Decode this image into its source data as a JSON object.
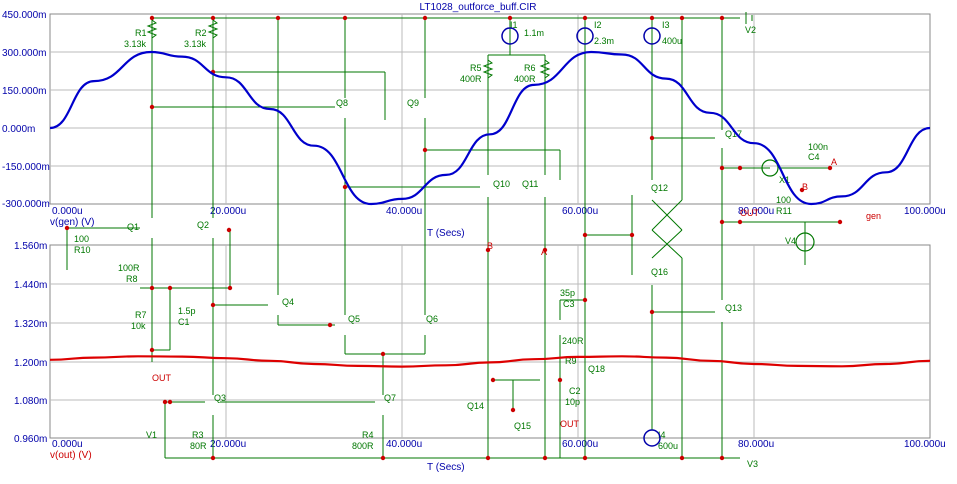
{
  "title": "LT1028_outforce_buff.CIR",
  "top_plot": {
    "trace_label": "v(gen) (V)",
    "x_axis_label": "T (Secs)",
    "x_ticks": [
      "0.000u",
      "20.000u",
      "40.000u",
      "60.000u",
      "80.000u",
      "100.000u"
    ],
    "y_ticks": [
      "450.000m",
      "300.000m",
      "150.000m",
      "0.000m",
      "-150.000m",
      "-300.000m"
    ]
  },
  "bottom_plot": {
    "trace_label": "v(out) (V)",
    "x_axis_label": "T (Secs)",
    "x_ticks": [
      "0.000u",
      "20.000u",
      "40.000u",
      "60.000u",
      "80.000u",
      "100.000u"
    ],
    "y_ticks": [
      "1.560m",
      "1.440m",
      "1.320m",
      "1.200m",
      "1.080m",
      "0.960m"
    ]
  },
  "chart_data": [
    {
      "type": "line",
      "title": "LT1028_outforce_buff.CIR",
      "xlabel": "T (Secs)",
      "ylabel": "v(gen) (V)",
      "x_unit": "us",
      "xlim": [
        0,
        100
      ],
      "ylim": [
        -300,
        450
      ],
      "y_unit": "mV",
      "series": [
        {
          "name": "v(gen) (V)",
          "color": "#0000cc",
          "x": [
            0,
            5,
            11.5,
            15,
            20,
            25,
            30,
            36.5,
            40,
            45,
            50,
            55,
            61.5,
            65,
            70,
            75,
            80,
            86.5,
            90,
            95,
            100
          ],
          "y": [
            0,
            185,
            300,
            282,
            200,
            75,
            -70,
            -300,
            -280,
            -185,
            -25,
            170,
            300,
            290,
            195,
            60,
            -60,
            -300,
            -270,
            -175,
            0
          ]
        }
      ]
    },
    {
      "type": "line",
      "xlabel": "T (Secs)",
      "ylabel": "v(out) (V)",
      "x_unit": "us",
      "xlim": [
        0,
        100
      ],
      "ylim": [
        0.96,
        1.56
      ],
      "series": [
        {
          "name": "v(out) (V)",
          "color": "#dd0000",
          "x": [
            0,
            5,
            10,
            15,
            20,
            25,
            30,
            35,
            40,
            45,
            50,
            55,
            60,
            65,
            70,
            75,
            80,
            85,
            90,
            95,
            100
          ],
          "y": [
            1.203,
            1.21,
            1.214,
            1.213,
            1.208,
            1.2,
            1.19,
            1.184,
            1.182,
            1.186,
            1.195,
            1.205,
            1.212,
            1.214,
            1.21,
            1.2,
            1.19,
            1.184,
            1.183,
            1.19,
            1.2
          ]
        }
      ]
    }
  ],
  "components": {
    "R1": "R1",
    "R1_val": "3.13k",
    "R2": "R2",
    "R2_val": "3.13k",
    "R3": "R3",
    "R3_val": "80R",
    "R4": "R4",
    "R4_val": "800R",
    "R5": "R5",
    "R5_val": "400R",
    "R6": "R6",
    "R6_val": "400R",
    "R7": "R7",
    "R7_val": "10k",
    "R8": "R8",
    "R8_val": "100R",
    "R9": "R9",
    "R9_val": "240R",
    "R10": "R10",
    "R10_val": "100",
    "R11": "R11",
    "R11_val": "100",
    "C1": "C1",
    "C1_val": "1.5p",
    "C2": "C2",
    "C2_val": "10p",
    "C3": "C3",
    "C3_val": "35p",
    "C4": "C4",
    "C4_val": "100n",
    "I1": "I1",
    "I1_val": "1.1m",
    "I2": "I2",
    "I2_val": "2.3m",
    "I3": "I3",
    "I3_val": "400u",
    "I4": "I4",
    "I4_val": "600u",
    "V1": "V1",
    "V2": "V2",
    "V3": "V3",
    "V4": "V4",
    "X1": "X1",
    "Q1": "Q1",
    "Q2": "Q2",
    "Q3": "Q3",
    "Q4": "Q4",
    "Q5": "Q5",
    "Q6": "Q6",
    "Q7": "Q7",
    "Q8": "Q8",
    "Q9": "Q9",
    "Q10": "Q10",
    "Q11": "Q11",
    "Q12": "Q12",
    "Q13": "Q13",
    "Q14": "Q14",
    "Q15": "Q15",
    "Q16": "Q16",
    "Q17": "Q17",
    "Q18": "Q18"
  },
  "nets": {
    "out": "OUT",
    "out_node": "OUT",
    "out_node2": "OUT",
    "gen": "gen",
    "A": "A",
    "A2": "A",
    "B": "B",
    "B2": "B"
  },
  "colors": {
    "blue_trace": "#0000cc",
    "red_trace": "#dd0000",
    "schematic": "#007700",
    "node_dot": "#cc0000",
    "axis_text": "#0000aa"
  }
}
